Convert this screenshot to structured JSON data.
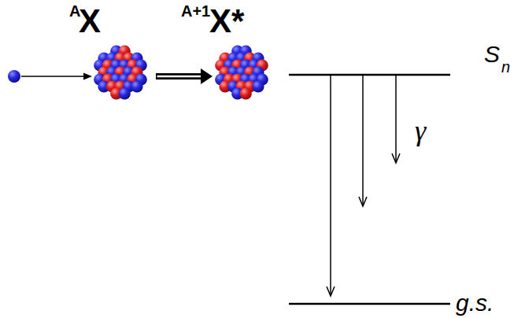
{
  "diagram": {
    "nodes": [
      {
        "text": [
          "A",
          "X"
        ]
      },
      {
        "text": [
          "A+1",
          "X*"
        ]
      },
      {
        "text": [
          "S",
          "n"
        ]
      },
      {
        "text": [
          "g.s."
        ]
      }
    ],
    "edges": [
      {
        "from": 0,
        "to": 1,
        "arrow": "to"
      },
      {
        "from": 2,
        "to": 3,
        "arrow": "to"
      }
    ],
    "labels": [
      "γ"
    ]
  }
}
